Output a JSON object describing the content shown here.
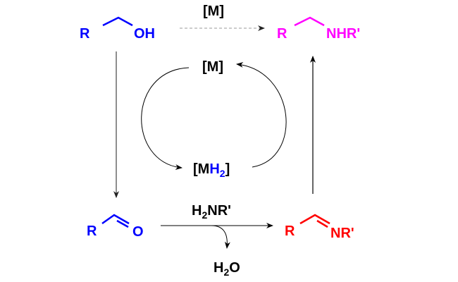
{
  "colors": {
    "alcohol": "#0000ff",
    "aldehyde": "#0000ff",
    "imine": "#ff0000",
    "amine": "#ff00ff",
    "reagent": "#000000",
    "hydrogen": "#0000ff"
  },
  "alcohol": {
    "r": "R",
    "group": "OH"
  },
  "amine": {
    "r": "R",
    "group": "NHR'"
  },
  "aldehyde": {
    "r": "R",
    "group": "O"
  },
  "imine": {
    "r": "R",
    "group": "NR'"
  },
  "top_catalyst": "[M]",
  "cycle": {
    "catalyst": "[M]",
    "hydride_open": "[M",
    "hydride_h": "H",
    "hydride_sub": "2",
    "hydride_close": "]"
  },
  "condensation": {
    "reagent_h": "H",
    "reagent_sub": "2",
    "reagent_rest": "NR'",
    "byproduct_h": "H",
    "byproduct_sub": "2",
    "byproduct_rest": "O"
  }
}
